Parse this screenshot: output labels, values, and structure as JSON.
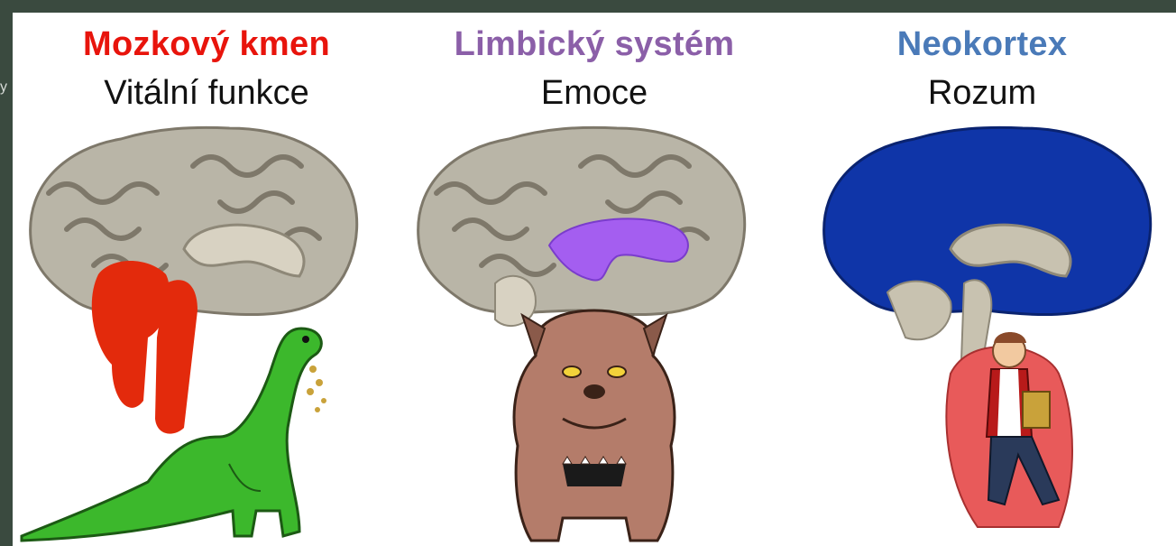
{
  "columns": [
    {
      "title": "Mozkový kmen",
      "subtitle": "Vitální funkce",
      "title_color": "#e8140c",
      "region_color": "#e32a0c",
      "character": "dinosaur-icon"
    },
    {
      "title": "Limbický systém",
      "subtitle": "Emoce",
      "title_color": "#8b5fa8",
      "region_color": "#a45ef0",
      "character": "bulldog-icon"
    },
    {
      "title": "Neokortex",
      "subtitle": "Rozum",
      "title_color": "#4a7ab8",
      "region_color": "#0f35a8",
      "character": "thinking-man-icon"
    }
  ],
  "side_glyph": "y"
}
